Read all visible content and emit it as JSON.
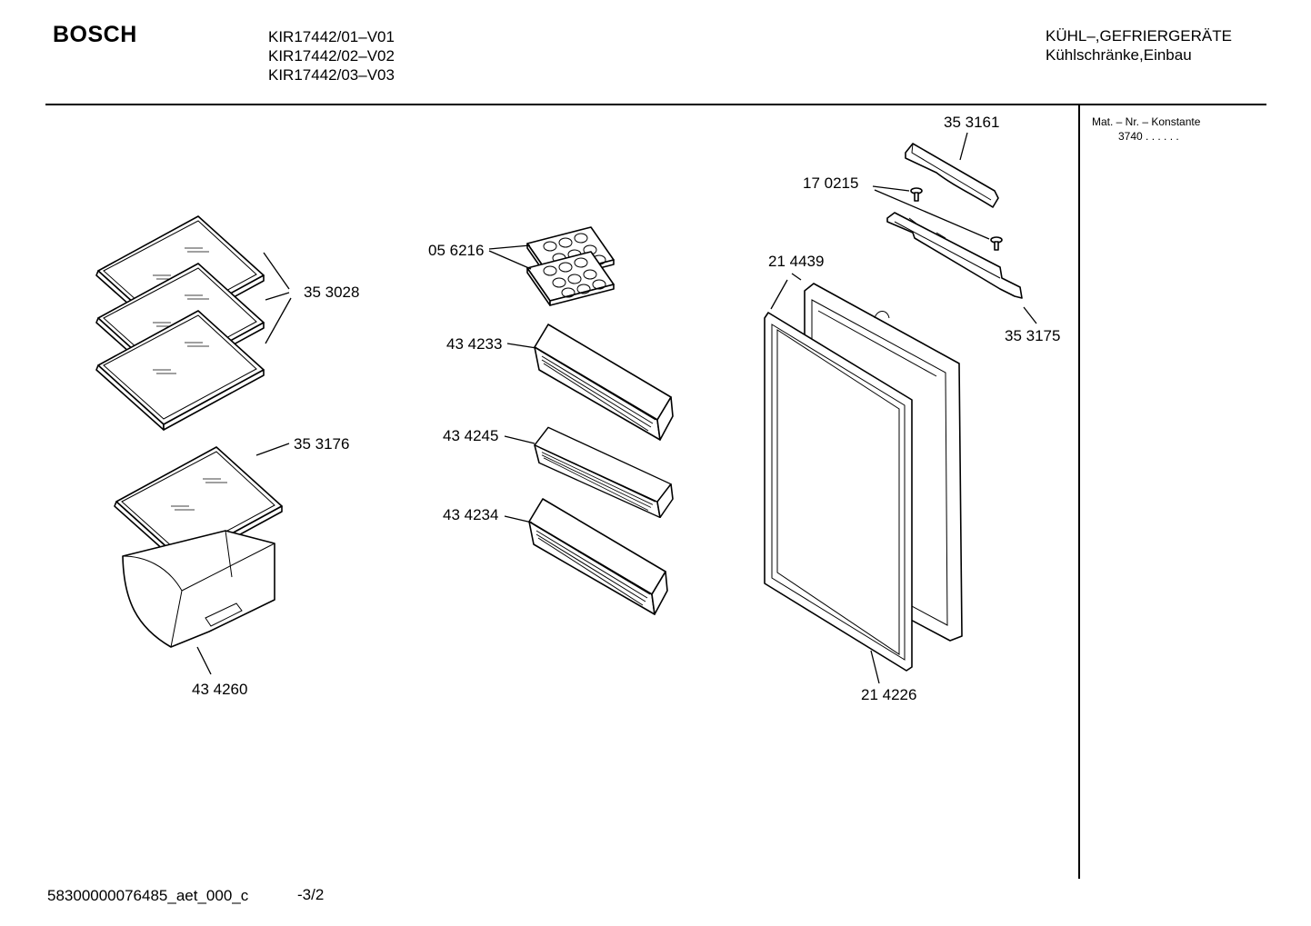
{
  "header": {
    "brand": "BOSCH",
    "models": [
      "KIR17442/01–V01",
      "KIR17442/02–V02",
      "KIR17442/03–V03"
    ],
    "category_line1": "KÜHL–,GEFRIERGERÄTE",
    "category_line2": "Kühlschränke,Einbau"
  },
  "side_panel": {
    "label": "Mat. – Nr. – Konstante",
    "value": "3740  .  .    .  .  .  ."
  },
  "parts": {
    "shelves_glass": "35 3028",
    "shelf_small": "35 3176",
    "crisper_drawer": "43 4260",
    "egg_tray": "05 6216",
    "door_shelf_1": "43 4233",
    "door_shelf_2": "43 4245",
    "door_shelf_3": "43 4234",
    "cover_strip": "35 3161",
    "screw": "17 0215",
    "hinge_bracket": "35 3175",
    "door": "21 4439",
    "door_seal": "21 4226"
  },
  "footer": {
    "doc_id": "58300000076485_aet_000_c",
    "page": "-3/2"
  }
}
